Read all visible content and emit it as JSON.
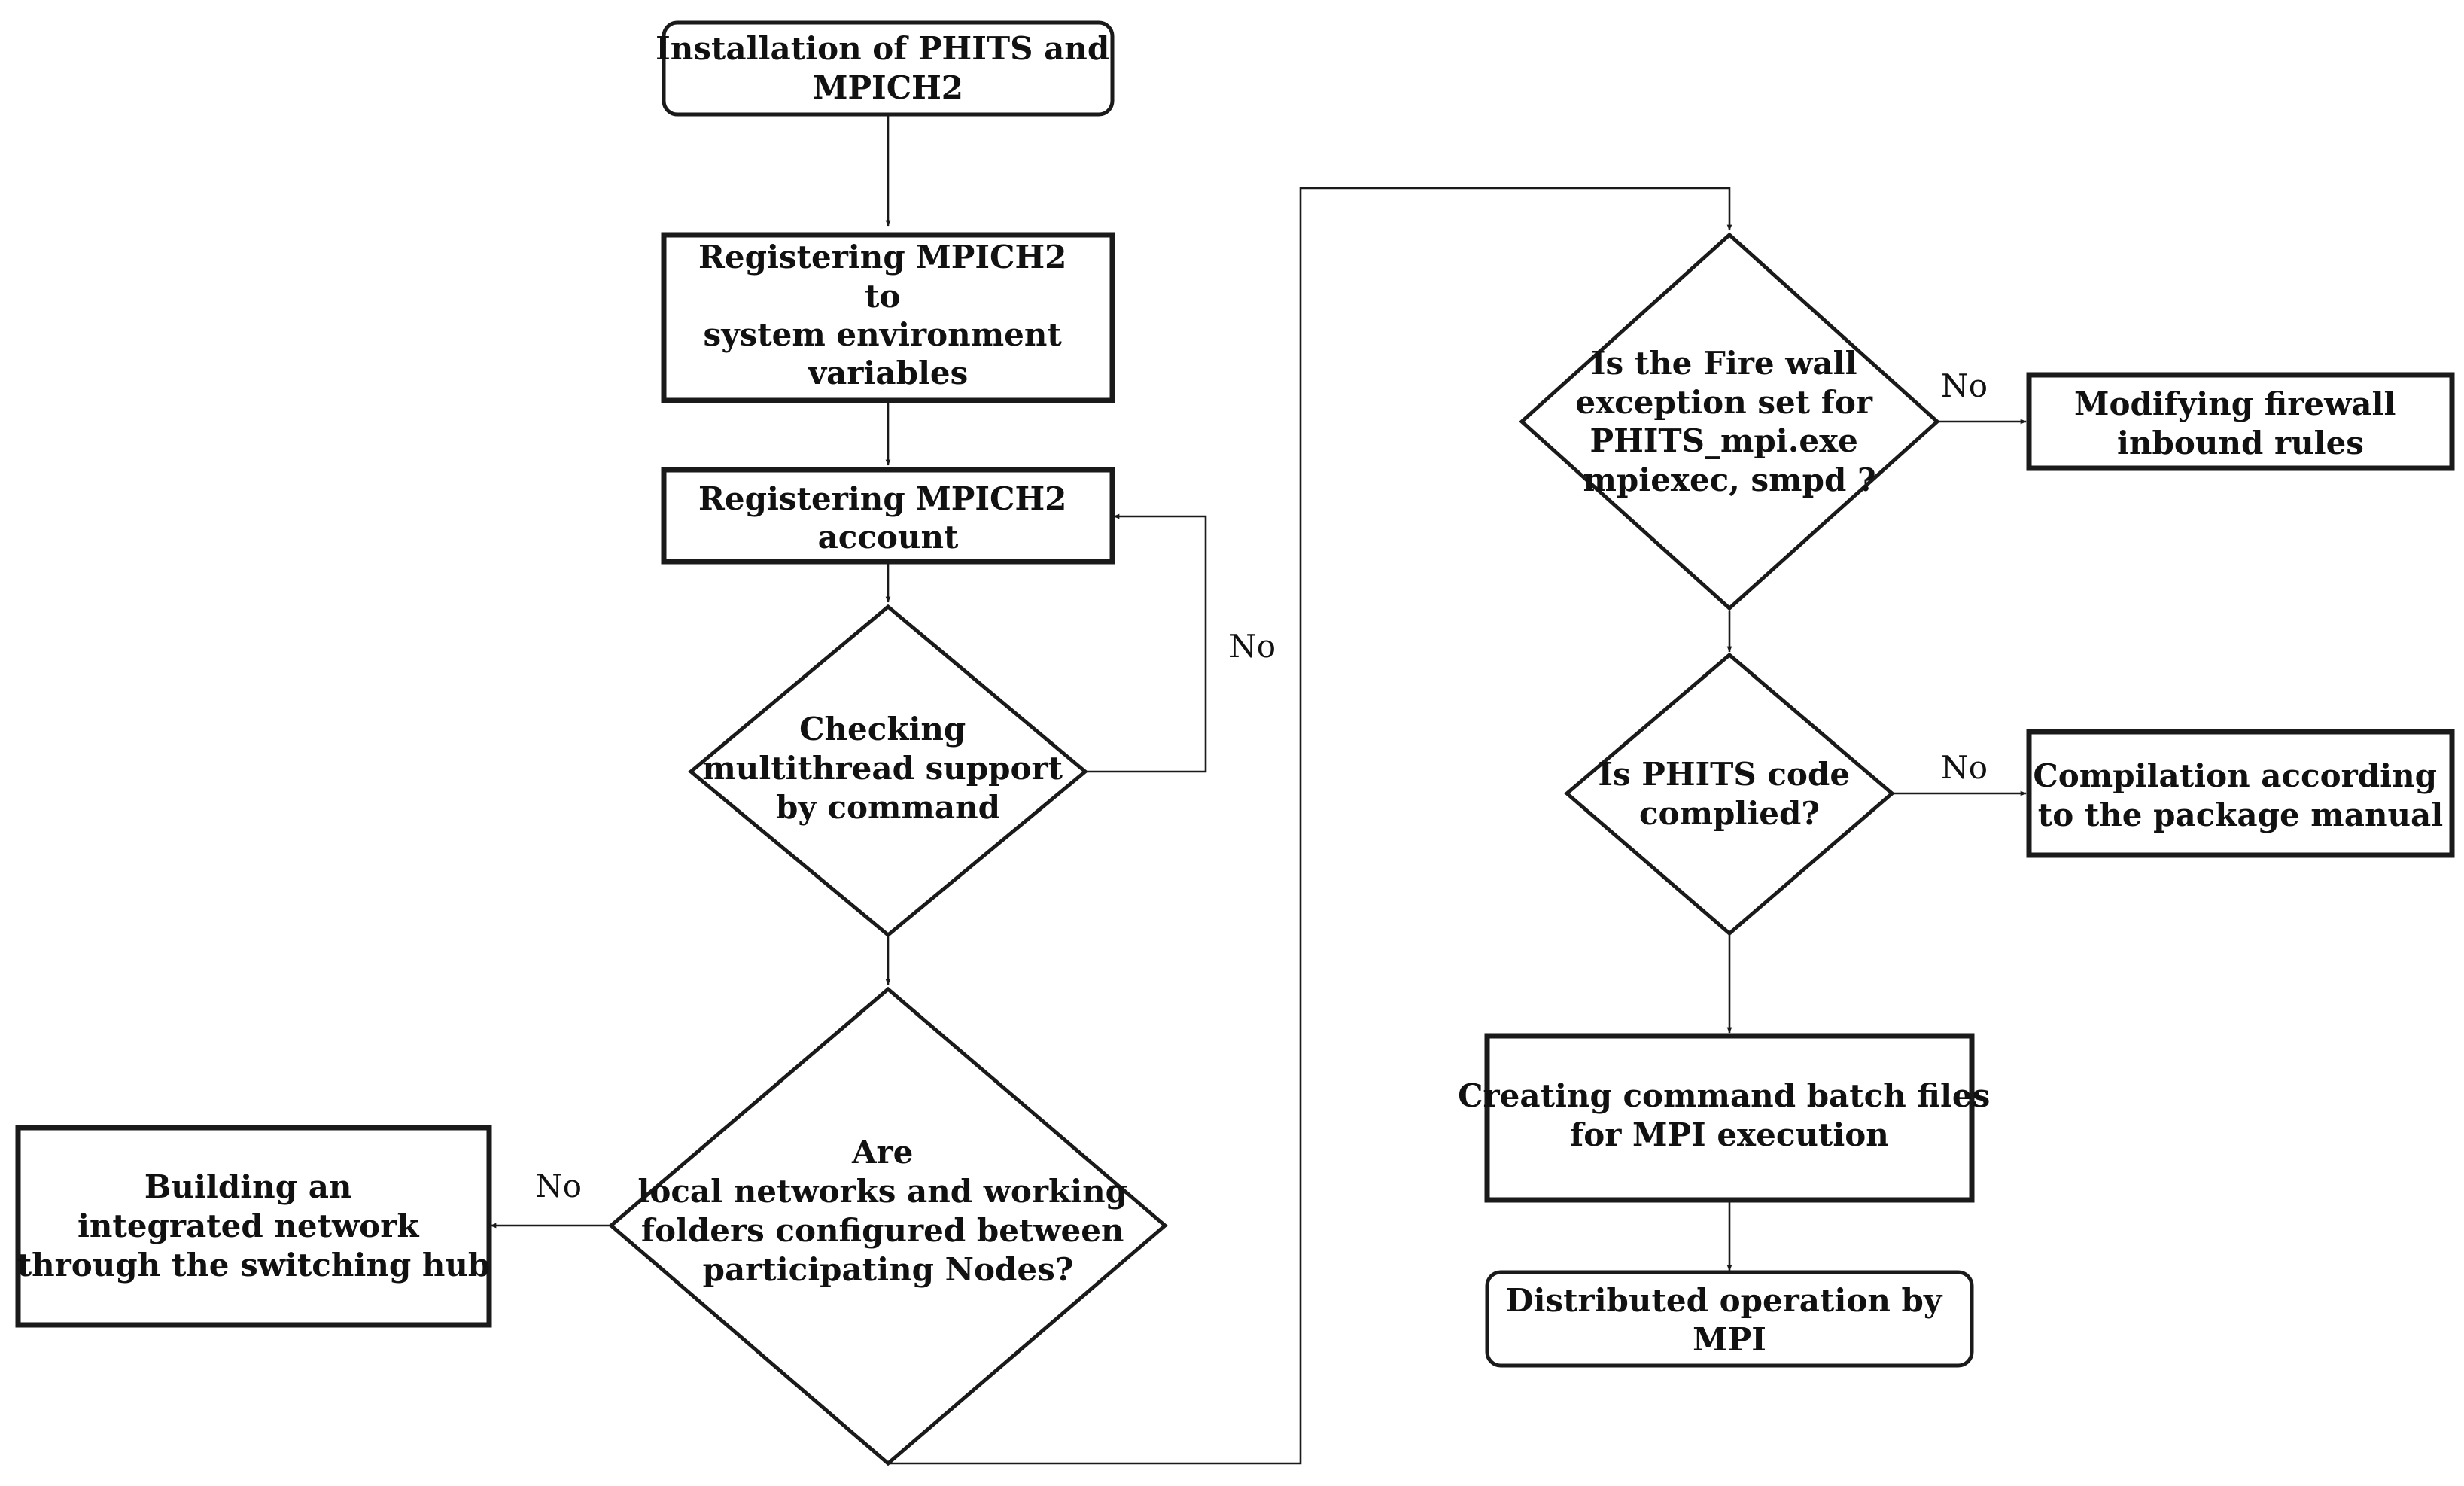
{
  "nodes": {
    "install": {
      "lines": [
        "Installation of PHITS and",
        "MPICH2"
      ]
    },
    "register_env": {
      "lines": [
        "Registering MPICH2",
        "to",
        "system environment",
        "variables"
      ]
    },
    "register_account": {
      "lines": [
        "Registering MPICH2",
        "account"
      ]
    },
    "check_multithread": {
      "lines": [
        "Checking",
        "multithread support",
        "by command"
      ]
    },
    "networks_question": {
      "lines": [
        "Are",
        "local networks and working",
        "folders configured between",
        "participating Nodes?"
      ]
    },
    "build_network": {
      "lines": [
        "Building an",
        "integrated network",
        "through the switching hub"
      ]
    },
    "firewall_question": {
      "lines": [
        "Is the Fire wall",
        "exception set for",
        "PHITS_mpi.exe",
        "mpiexec, smpd ?"
      ]
    },
    "modify_firewall": {
      "lines": [
        "Modifying firewall",
        "inbound rules"
      ]
    },
    "compiled_question": {
      "lines": [
        "Is PHITS code",
        "complied?"
      ]
    },
    "compilation": {
      "lines": [
        "Compilation according",
        "to the package manual"
      ]
    },
    "batch_files": {
      "lines": [
        "Creating command batch files",
        "for MPI execution"
      ]
    },
    "distributed": {
      "lines": [
        "Distributed operation by",
        "MPI"
      ]
    }
  },
  "edges": {
    "multithread_no": "No",
    "networks_no": "No",
    "firewall_no": "No",
    "compiled_no": "No"
  }
}
